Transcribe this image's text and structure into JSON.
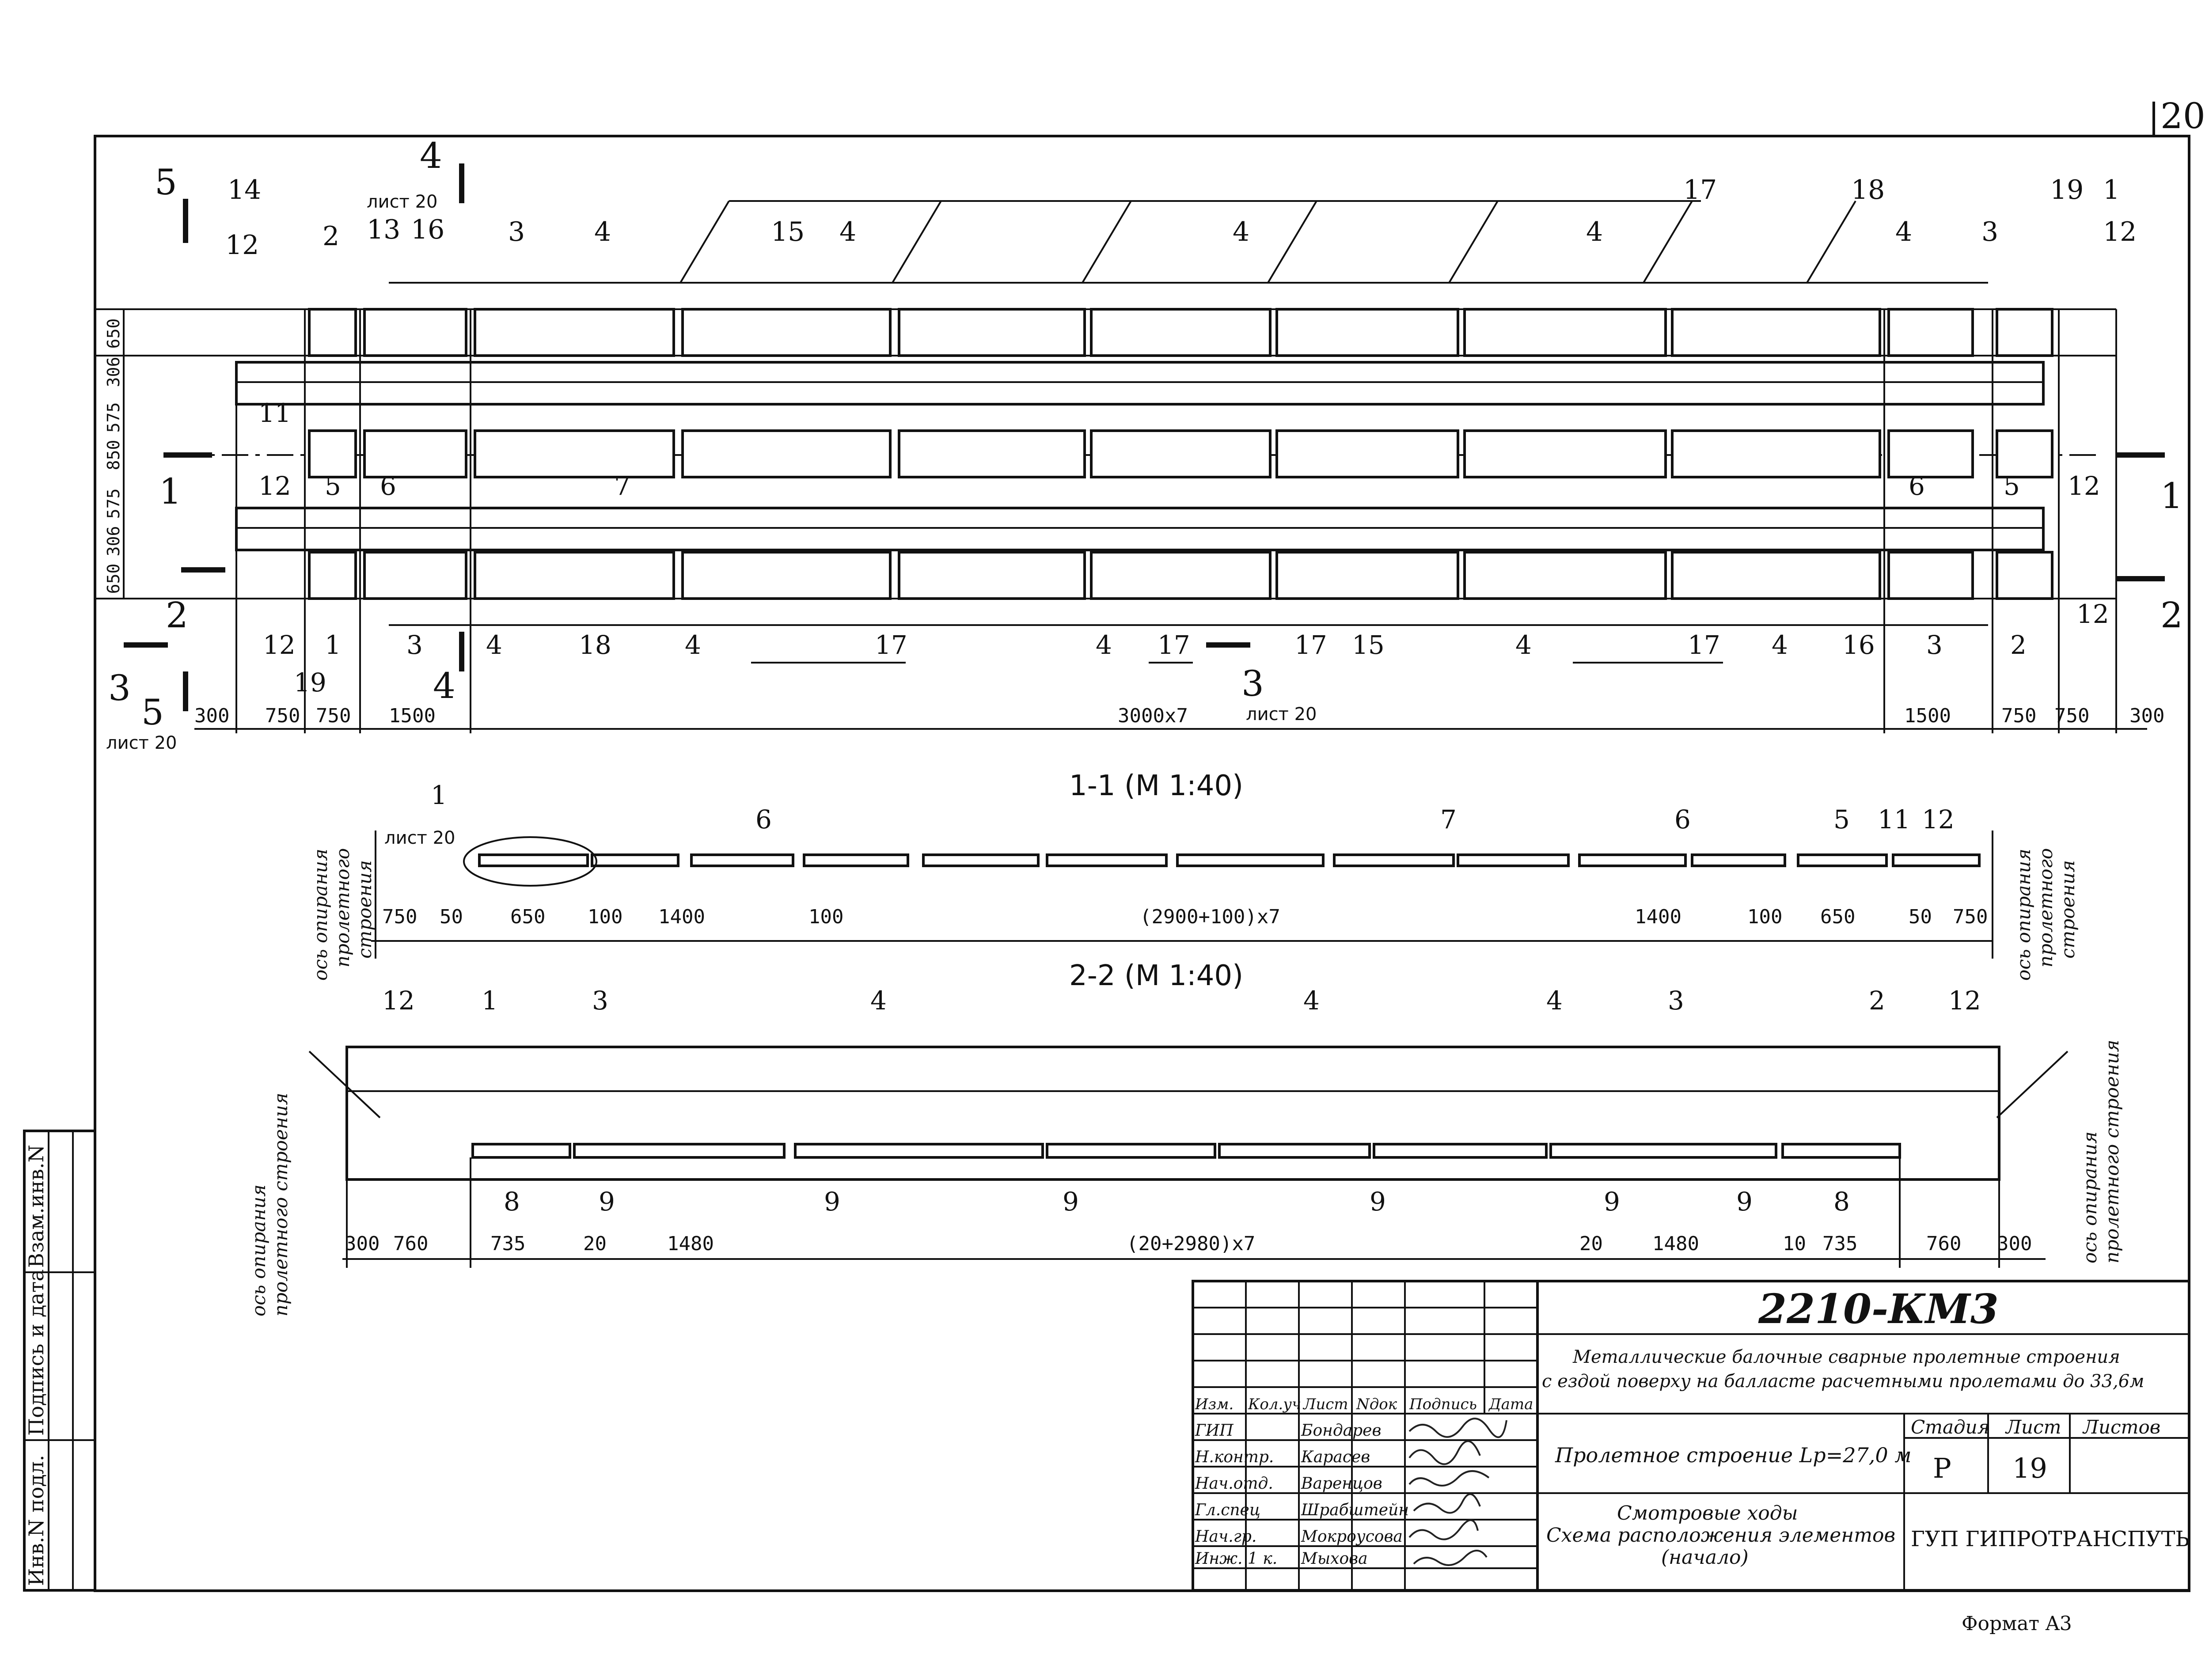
{
  "sheet": {
    "sheet_number_corner": "20",
    "format_label": "Формат A3"
  },
  "plan": {
    "section_marks": [
      "5",
      "4",
      "4",
      "5",
      "1",
      "1",
      "2",
      "2",
      "3",
      "3"
    ],
    "sheet_refs": [
      "лист 20",
      "лист 20",
      "лист 20"
    ],
    "left_dims": [
      "650",
      "306",
      "575",
      "850",
      "575",
      "306",
      "650"
    ],
    "bottom_dims": [
      "300",
      "750",
      "750",
      "1500",
      "3000x7",
      "1500",
      "750",
      "750",
      "300"
    ],
    "top_callouts": [
      "14",
      "12",
      "2",
      "13",
      "16",
      "3",
      "4",
      "15",
      "4",
      "4",
      "17",
      "4",
      "18",
      "4",
      "3",
      "19",
      "1",
      "12"
    ],
    "middle_callouts": [
      "11",
      "12",
      "5",
      "6",
      "7",
      "6",
      "5",
      "12"
    ],
    "bottom_callouts": [
      "12",
      "1",
      "19",
      "3",
      "4",
      "18",
      "4",
      "17",
      "4",
      "17",
      "17",
      "15",
      "4",
      "17",
      "4",
      "16",
      "3",
      "2",
      "12"
    ]
  },
  "section_1": {
    "title": "1-1  (М 1:40)",
    "callouts": [
      "1",
      "6",
      "7",
      "6",
      "5",
      "11",
      "12"
    ],
    "sheet_ref": "лист 20",
    "dims": [
      "750",
      "50",
      "650",
      "100",
      "1400",
      "100",
      "(2900+100)x7",
      "1400",
      "100",
      "650",
      "50",
      "750"
    ],
    "axis_label_line1": "ось опирания",
    "axis_label_line2": "пролетного",
    "axis_label_line3": "строения"
  },
  "section_2": {
    "title": "2-2  (М 1:40)",
    "top_callouts": [
      "12",
      "1",
      "3",
      "4",
      "4",
      "4",
      "3",
      "2",
      "12"
    ],
    "bottom_callouts": [
      "8",
      "9",
      "9",
      "9",
      "9",
      "9",
      "9",
      "8"
    ],
    "dims": [
      "300",
      "760",
      "735",
      "20",
      "1480",
      "(20+2980)x7",
      "20",
      "1480",
      "10",
      "735",
      "760",
      "300"
    ],
    "axis_label_line1": "ось опирания",
    "axis_label_line2": "пролетного строения"
  },
  "side_stamp": {
    "col1": "Инв.N подл.",
    "col2": "Подпись и дата",
    "col3": "Взам.инв.N"
  },
  "title_block": {
    "doc_code": "2210-КМ3",
    "description_line1": "Металлические балочные сварные пролетные строения",
    "description_line2": "с ездой поверху на балласте расчетными пролетами до 33,6м",
    "object": "Пролетное строение Lp=27,0 м",
    "drawing_title_line1": "Смотровые ходы",
    "drawing_title_line2": "Схема расположения элементов",
    "drawing_title_line3": "(начало)",
    "stage_label": "Стадия",
    "sheet_label": "Лист",
    "sheets_label": "Листов",
    "stage": "Р",
    "sheet": "19",
    "sheets": "",
    "organization": "ГУП ГИПРОТРАНСПУТЬ",
    "header_cols": [
      "Изм.",
      "Кол.уч",
      "Лист",
      "Nдок",
      "Подпись",
      "Дата"
    ],
    "signers": [
      {
        "role": "ГИП",
        "name": "Бондарев"
      },
      {
        "role": "Н.контр.",
        "name": "Карасев"
      },
      {
        "role": "Нач.отд.",
        "name": "Варенцов"
      },
      {
        "role": "Гл.спец",
        "name": "Шрабштейн"
      },
      {
        "role": "Нач.гр.",
        "name": "Мокроусова"
      },
      {
        "role": "Инж. 1 к.",
        "name": "Мыхова"
      }
    ]
  }
}
